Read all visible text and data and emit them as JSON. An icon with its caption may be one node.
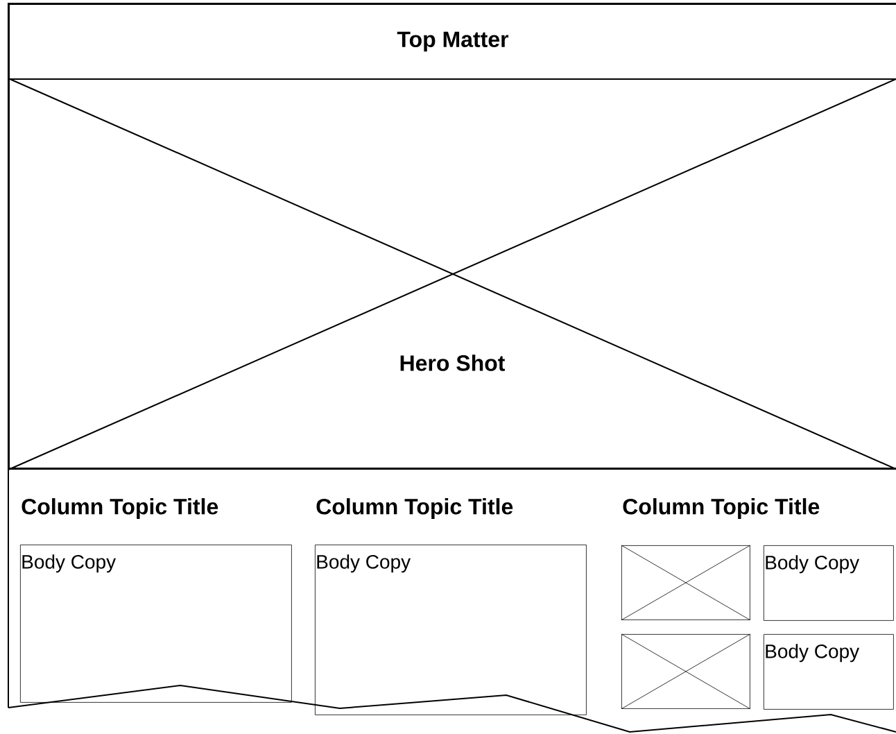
{
  "diagram": {
    "nodes": [
      {
        "text": [
          "Top Matter"
        ]
      },
      {
        "text": [
          "Hero Shot"
        ]
      },
      {
        "text": [
          "Body Copy"
        ]
      },
      {
        "text": [
          "Body Copy"
        ]
      },
      {
        "text": [],
        "shape": "box"
      },
      {
        "text": [
          "Body Copy"
        ]
      },
      {
        "text": [],
        "shape": "box"
      },
      {
        "text": [
          "Body Copy"
        ]
      }
    ],
    "labels": [
      "Column Topic Title",
      "Column Topic Title",
      "Column Topic Title"
    ]
  }
}
